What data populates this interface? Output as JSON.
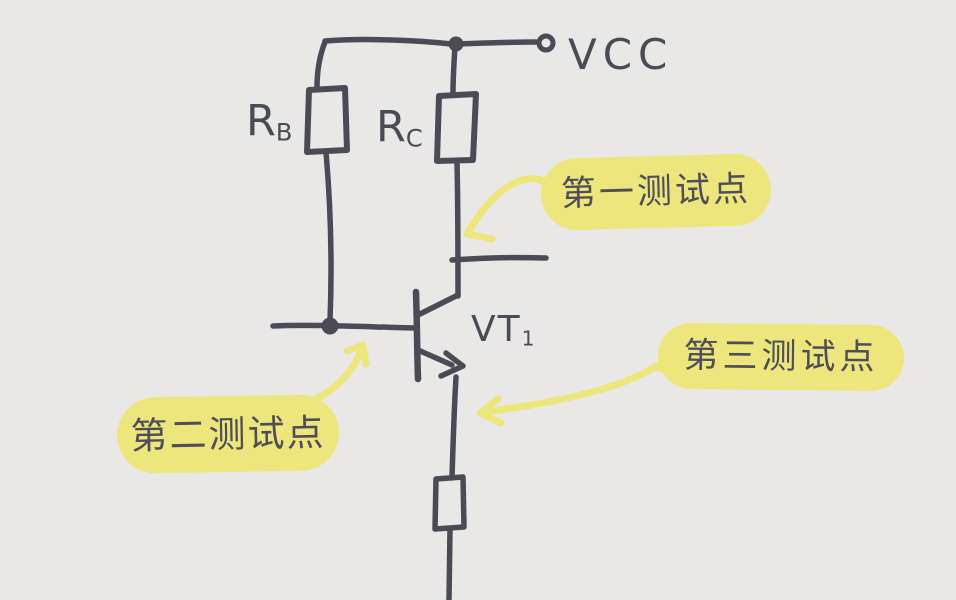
{
  "theme": {
    "background": "#e9e8e7",
    "ink": "#4b4b55",
    "highlight": "#ece67d"
  },
  "labels": {
    "vcc": "VCC",
    "rb": {
      "base": "R",
      "sub": "B"
    },
    "rc": {
      "base": "R",
      "sub": "C"
    },
    "vt1": {
      "base": "VT",
      "sub": "1"
    }
  },
  "annotations": {
    "test_point_1": "第一测试点",
    "test_point_2": "第二测试点",
    "test_point_3": "第三测试点"
  }
}
